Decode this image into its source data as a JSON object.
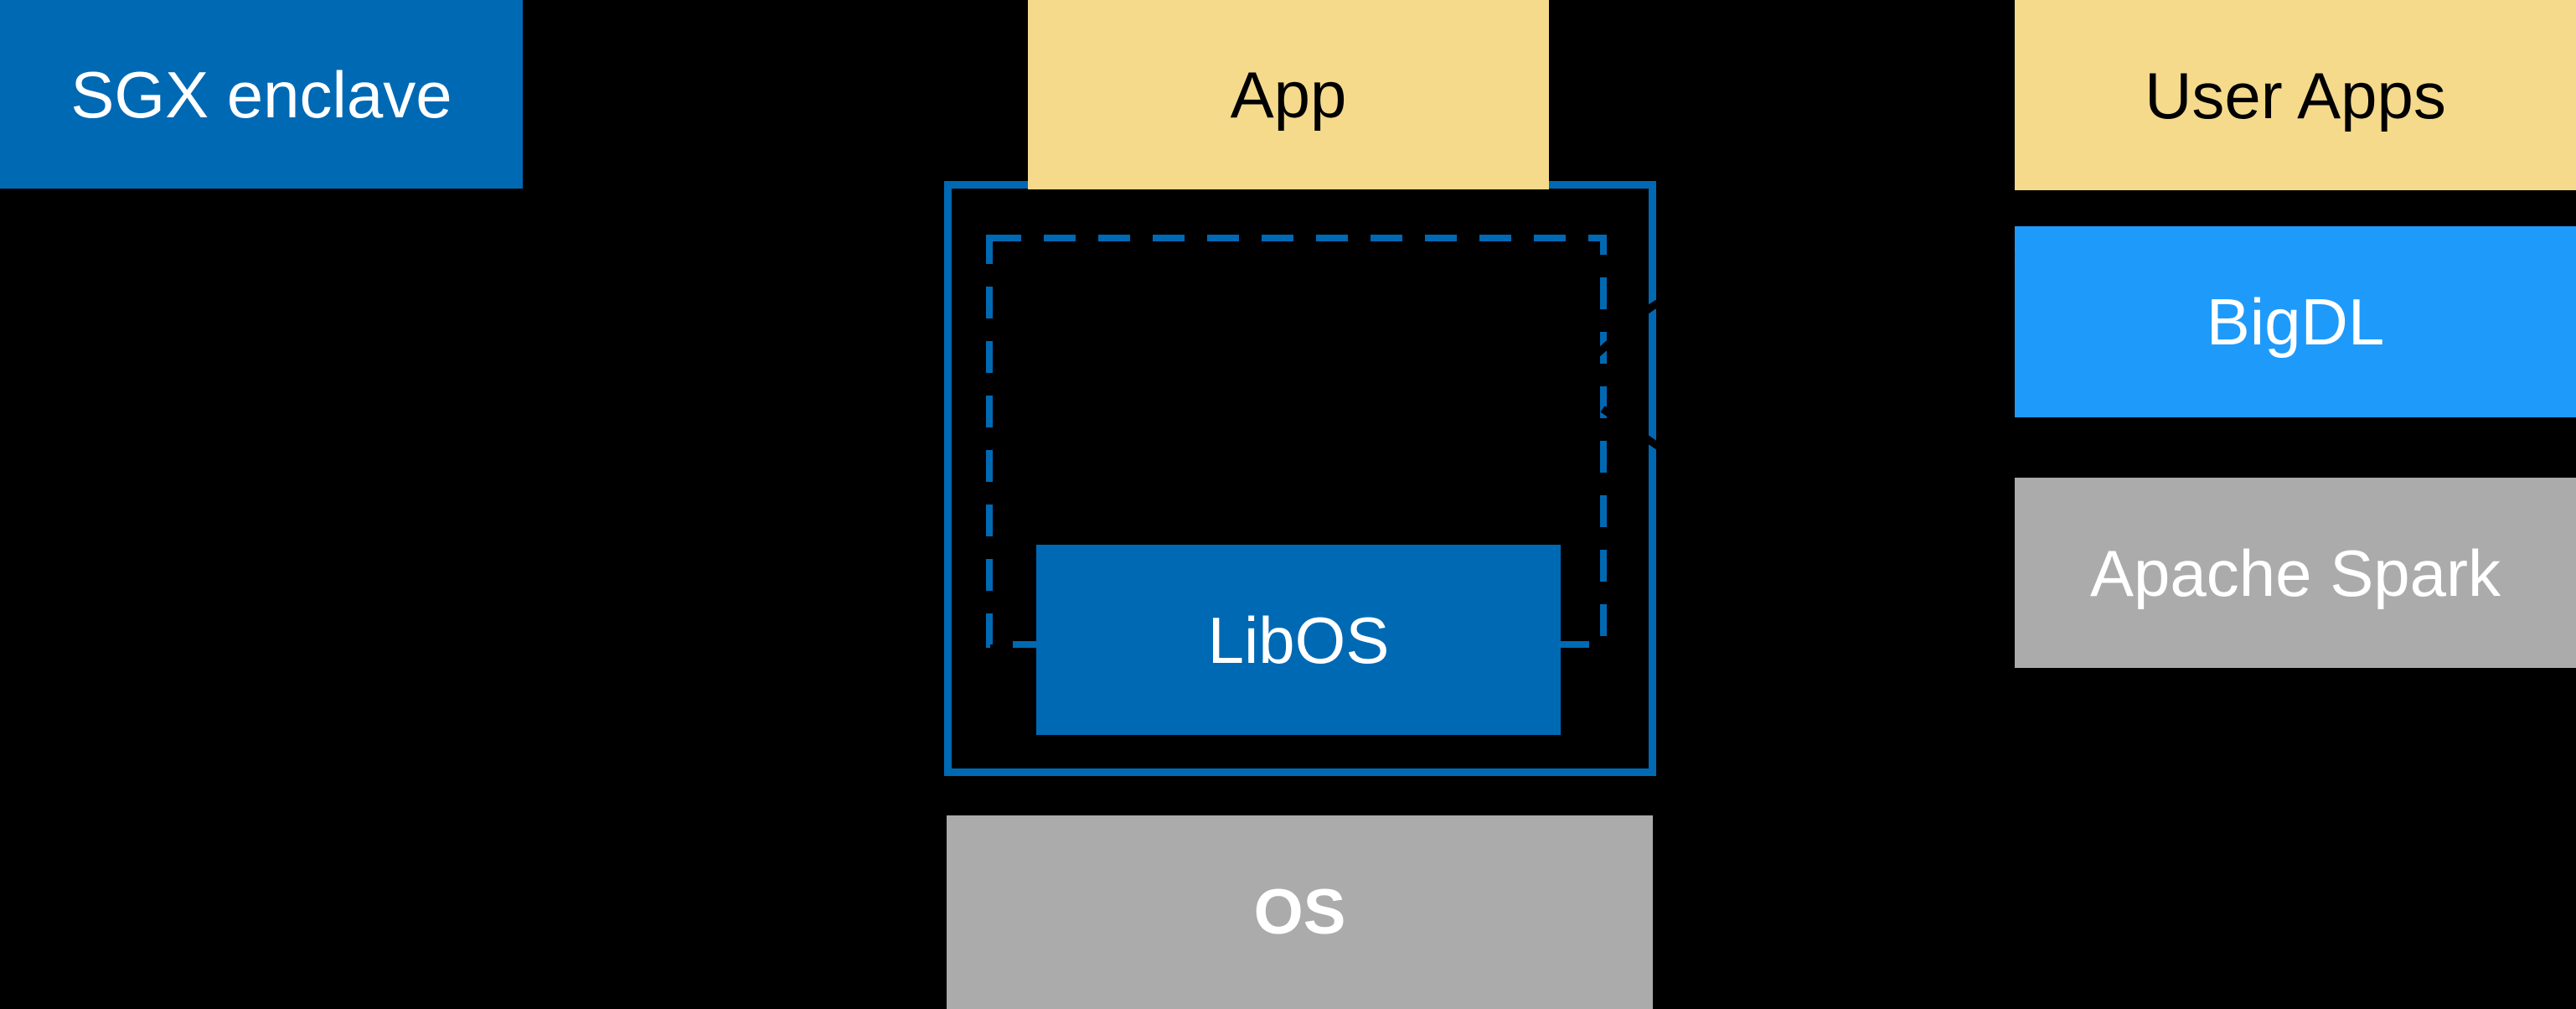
{
  "diagram": {
    "background_color": "#000000",
    "colors": {
      "intel_blue": "#0069B4",
      "bright_blue": "#1E9AFB",
      "yellow": "#F5DA8C",
      "gray": "#ABABAB",
      "arrow_black": "#000000",
      "text_white": "#FFFFFF",
      "text_black": "#000000"
    },
    "left": {
      "label": "SGX enclave"
    },
    "center": {
      "app_label": "App",
      "libos_label": "LibOS",
      "os_label": "OS"
    },
    "right_stack": [
      {
        "label": "User Apps"
      },
      {
        "label": "BigDL"
      },
      {
        "label": "Apache Spark"
      }
    ]
  }
}
